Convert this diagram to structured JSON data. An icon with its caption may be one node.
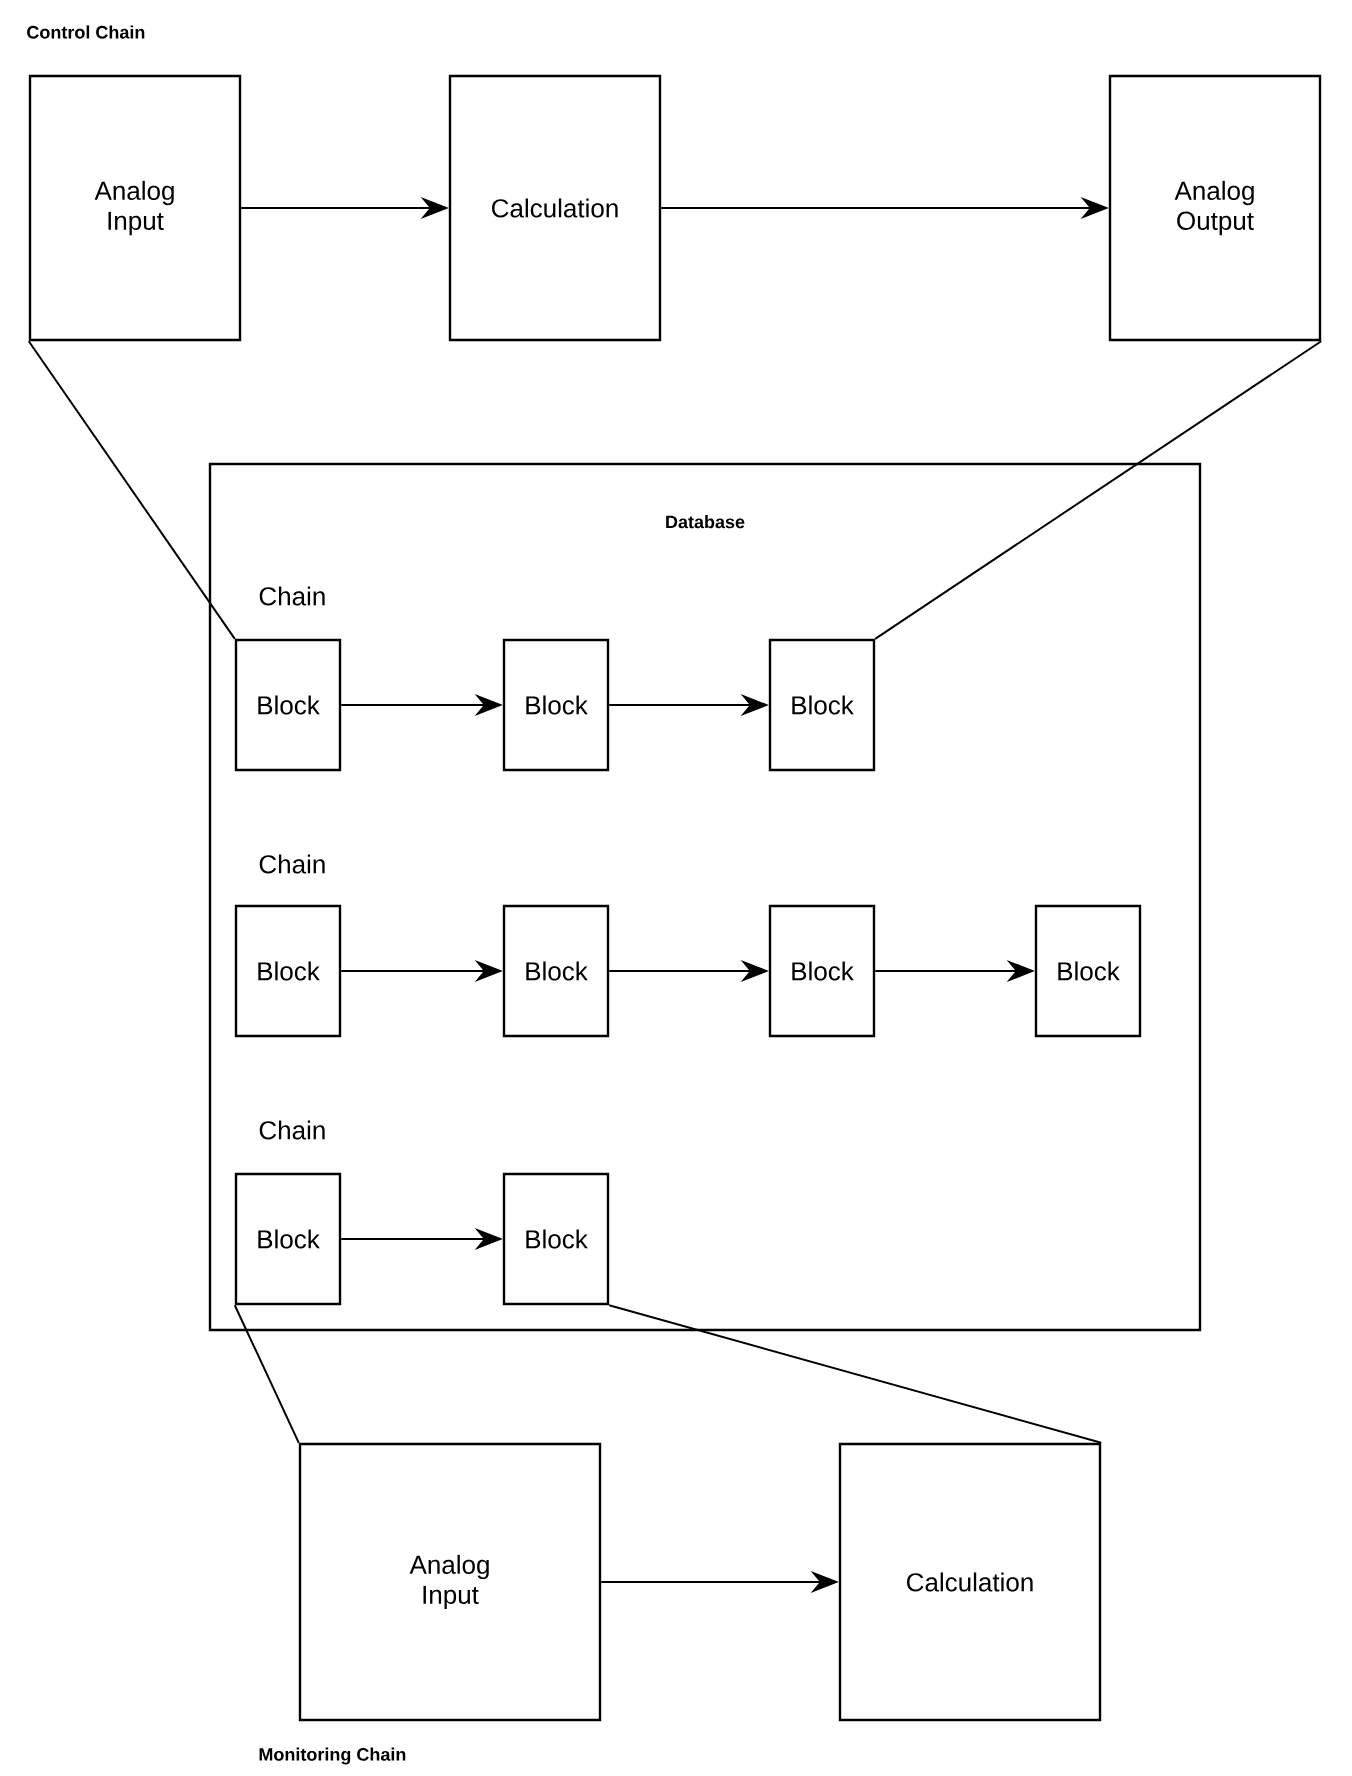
{
  "diagram": {
    "nodes": [
      {
        "text": [
          "Analog Input"
        ]
      },
      {
        "text": [
          "Calculation"
        ]
      },
      {
        "text": [
          "Analog Output"
        ]
      },
      {
        "text": [
          "Database"
        ]
      },
      {
        "text": [
          "Block"
        ],
        "in": 3
      },
      {
        "text": [
          "Block"
        ],
        "in": 3
      },
      {
        "text": [
          "Block"
        ],
        "in": 3
      },
      {
        "text": [
          "Block"
        ],
        "in": 3
      },
      {
        "text": [
          "Block"
        ],
        "in": 3
      },
      {
        "text": [
          "Block"
        ],
        "in": 3
      },
      {
        "text": [
          "Block"
        ],
        "in": 3
      },
      {
        "text": [
          "Block"
        ],
        "in": 3
      },
      {
        "text": [
          "Block"
        ],
        "in": 3
      },
      {
        "text": [
          "Analog Input"
        ]
      },
      {
        "text": [
          "Calculation"
        ]
      }
    ],
    "edges": [
      {
        "from": 0,
        "to": 1,
        "arrow": "to"
      },
      {
        "from": 1,
        "to": 2,
        "arrow": "to"
      },
      {
        "from": 4,
        "to": 5,
        "arrow": "to"
      },
      {
        "from": 5,
        "to": 6,
        "arrow": "to"
      },
      {
        "from": 7,
        "to": 8,
        "arrow": "to"
      },
      {
        "from": 8,
        "to": 9,
        "arrow": "to"
      },
      {
        "from": 9,
        "to": 10,
        "arrow": "to"
      },
      {
        "from": 11,
        "to": 12,
        "arrow": "to"
      },
      {
        "from": 13,
        "to": 14,
        "arrow": "to"
      },
      {
        "from": 0,
        "to": 4,
        "arrow": "none"
      },
      {
        "from": 2,
        "to": 6,
        "arrow": "none"
      },
      {
        "from": 11,
        "to": 13,
        "arrow": "none"
      },
      {
        "from": 12,
        "to": 14,
        "arrow": "none"
      }
    ],
    "labels": [
      "Control Chain",
      "Chain",
      "Chain",
      "Chain",
      "Monitoring Chain"
    ]
  }
}
